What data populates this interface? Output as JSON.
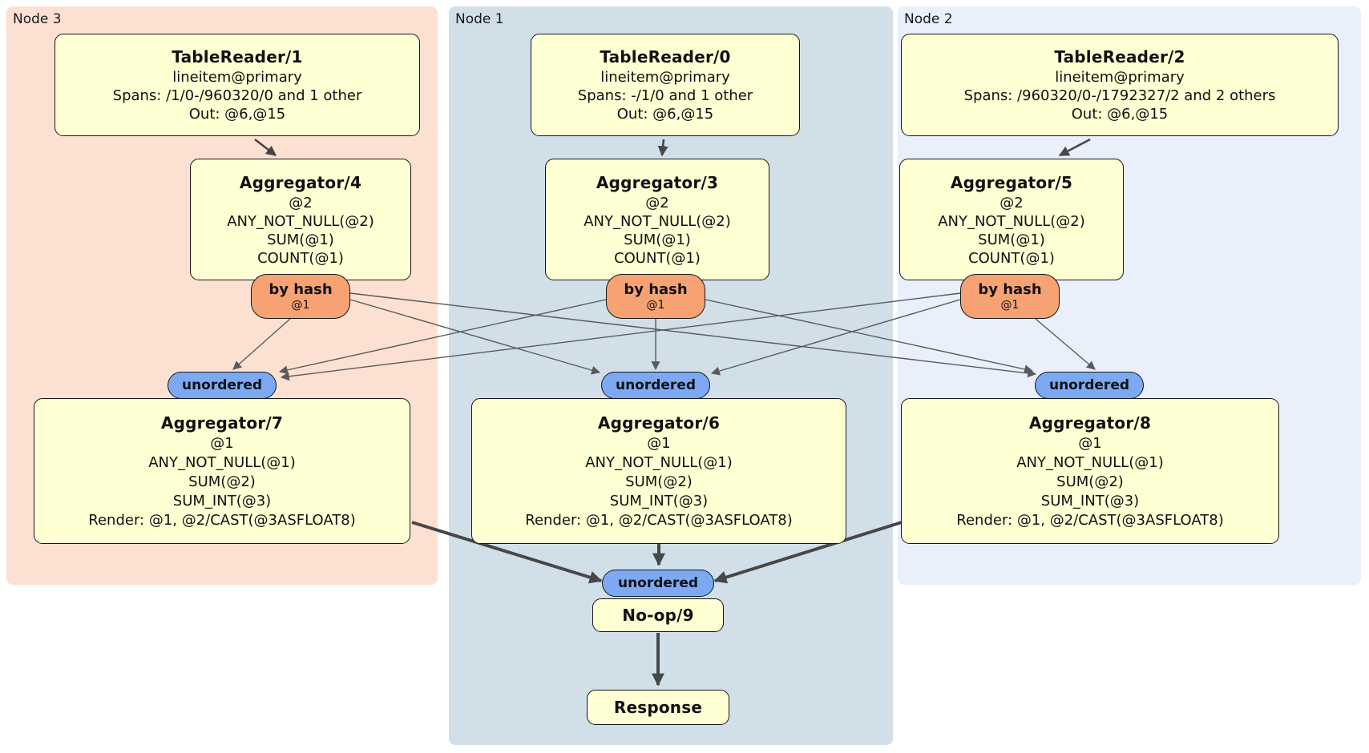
{
  "panels": [
    {
      "label": "Node 3"
    },
    {
      "label": "Node 1"
    },
    {
      "label": "Node 2"
    }
  ],
  "boxes": {
    "tr1": {
      "title": "TableReader/1",
      "lines": [
        "lineitem@primary",
        "Spans: /1/0-/960320/0 and 1 other",
        "Out: @6,@15"
      ]
    },
    "tr0": {
      "title": "TableReader/0",
      "lines": [
        "lineitem@primary",
        "Spans: -/1/0 and 1 other",
        "Out: @6,@15"
      ]
    },
    "tr2": {
      "title": "TableReader/2",
      "lines": [
        "lineitem@primary",
        "Spans: /960320/0-/1792327/2 and 2 others",
        "Out: @6,@15"
      ]
    },
    "agg4": {
      "title": "Aggregator/4",
      "lines": [
        "@2",
        "ANY_NOT_NULL(@2)",
        "SUM(@1)",
        "COUNT(@1)"
      ]
    },
    "agg3": {
      "title": "Aggregator/3",
      "lines": [
        "@2",
        "ANY_NOT_NULL(@2)",
        "SUM(@1)",
        "COUNT(@1)"
      ]
    },
    "agg5": {
      "title": "Aggregator/5",
      "lines": [
        "@2",
        "ANY_NOT_NULL(@2)",
        "SUM(@1)",
        "COUNT(@1)"
      ]
    },
    "agg7": {
      "title": "Aggregator/7",
      "lines": [
        "@1",
        "ANY_NOT_NULL(@1)",
        "SUM(@2)",
        "SUM_INT(@3)",
        "Render: @1, @2/CAST(@3ASFLOAT8)"
      ]
    },
    "agg6": {
      "title": "Aggregator/6",
      "lines": [
        "@1",
        "ANY_NOT_NULL(@1)",
        "SUM(@2)",
        "SUM_INT(@3)",
        "Render: @1, @2/CAST(@3ASFLOAT8)"
      ]
    },
    "agg8": {
      "title": "Aggregator/8",
      "lines": [
        "@1",
        "ANY_NOT_NULL(@1)",
        "SUM(@2)",
        "SUM_INT(@3)",
        "Render: @1, @2/CAST(@3ASFLOAT8)"
      ]
    },
    "noop": {
      "title": "No-op/9"
    },
    "response": {
      "title": "Response"
    }
  },
  "routers": {
    "r4": {
      "label": "by hash",
      "sub": "@1"
    },
    "r3": {
      "label": "by hash",
      "sub": "@1"
    },
    "r5": {
      "label": "by hash",
      "sub": "@1"
    }
  },
  "syncs": {
    "left": {
      "label": "unordered"
    },
    "center": {
      "label": "unordered"
    },
    "right": {
      "label": "unordered"
    },
    "bottom": {
      "label": "unordered"
    }
  },
  "colors": {
    "node3_bg": "#fce1d3",
    "node1_bg": "#d1dfe9",
    "node2_bg": "#e9effb",
    "box_fill": "#ffffd4",
    "router_fill": "#f6a273",
    "sync_fill": "#7ca9f2",
    "border": "#15171a",
    "edge_thin": "#5a5a5a",
    "edge_thick": "#474747"
  }
}
